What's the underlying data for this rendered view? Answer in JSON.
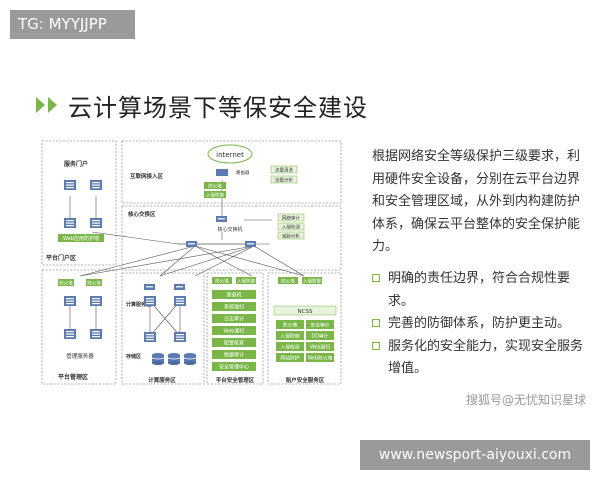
{
  "watermark": {
    "tg_label": "TG: MYYJJPP",
    "url": "www.newsport-aiyouxi.com",
    "source": "搜狐号@无忧知识星球"
  },
  "header": {
    "title": "云计算场景下等保安全建设"
  },
  "description": "根据网络安全等级保护三级要求，利用硬件安全设备，分别在云平台边界和安全管理区域，从外到内构建防护体系，确保云平台整体的安全保护能力。",
  "bullets": [
    "明确的责任边界，符合合规性要求。",
    "完善的防御体系，防护更主动。",
    "服务化的安全能力，实现安全服务增值。"
  ],
  "colors": {
    "accent": "#7ab648",
    "device": "#5b7bb1",
    "gray": "#9a9a9a"
  },
  "diagram": {
    "zones": {
      "portal_title": "服务门户",
      "portal_zone": "平台门户区",
      "platform_mgmt_zone": "平台管理区",
      "internet_zone": "互联网接入区",
      "core_zone": "核心交换区",
      "compute_zone": "计算服务区",
      "storage_zone": "存储区",
      "compute_region": "计算服务区",
      "platform_security_zone": "平台安全管理区",
      "tenant_security_zone": "租户安全服务区"
    },
    "labels": {
      "internet": "internet",
      "web_app_fw": "Web应用防护墙",
      "mgmt_server": "管理服务器",
      "router": "路由器",
      "firewall": "防火墙",
      "ips": "入侵防御",
      "flow_clean": "流量清洗",
      "flow_analysis": "流量分析",
      "core_switch": "核心交换机",
      "net_audit": "网络审计",
      "ids": "入侵检测",
      "threat_analysis": "威胁分析",
      "ncss": "NCSS",
      "dd_audit": "DD审计",
      "net_guard": "网站防护",
      "web_firewall": "Web防火墙"
    },
    "fw_a": "防火墙",
    "fw_b": "防火墙",
    "plat_items": [
      "堡垒机",
      "系统漏扫",
      "日志审计",
      "Web漏扫",
      "配置核查",
      "数据审计",
      "安全管理中心"
    ],
    "tenant_items": [
      [
        "防火墙",
        "安全审计"
      ],
      [
        "入侵防御",
        "DD审计"
      ],
      [
        "入侵检测",
        "Web漏扫"
      ],
      [
        "网站防护",
        "Web防火墙"
      ]
    ]
  }
}
